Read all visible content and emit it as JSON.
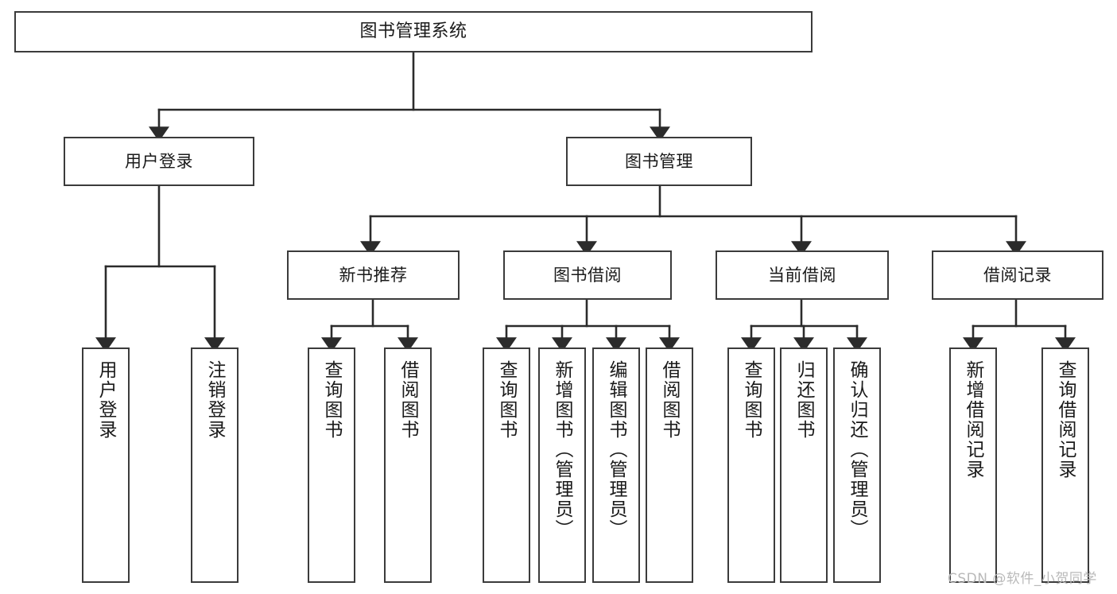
{
  "diagram": {
    "title": "图书管理系统",
    "type": "functional-structure-tree",
    "colors": {
      "box_border": "#3b3b3b",
      "box_fill": "#ffffff",
      "connector": "#2b2b2b",
      "text": "#1a1a1a",
      "watermark": "#b9b9b9"
    },
    "watermark": "CSDN @软件_小贺同学",
    "nodes": {
      "root": {
        "label": "图书管理系统"
      },
      "level1": [
        {
          "label": "用户登录"
        },
        {
          "label": "图书管理"
        }
      ],
      "level2": [
        {
          "label": "新书推荐"
        },
        {
          "label": "图书借阅"
        },
        {
          "label": "当前借阅"
        },
        {
          "label": "借阅记录"
        }
      ],
      "leaves_user_login": [
        {
          "label": "用户登录"
        },
        {
          "label": "注销登录"
        }
      ],
      "leaves_new_book": [
        {
          "label": "查询图书"
        },
        {
          "label": "借阅图书"
        }
      ],
      "leaves_borrow": [
        {
          "label": "查询图书"
        },
        {
          "label": "新增图书（管理员）"
        },
        {
          "label": "编辑图书（管理员）"
        },
        {
          "label": "借阅图书"
        }
      ],
      "leaves_current": [
        {
          "label": "查询图书"
        },
        {
          "label": "归还图书"
        },
        {
          "label": "确认归还（管理员）"
        }
      ],
      "leaves_record": [
        {
          "label": "新增借阅记录"
        },
        {
          "label": "查询借阅记录"
        }
      ]
    }
  }
}
